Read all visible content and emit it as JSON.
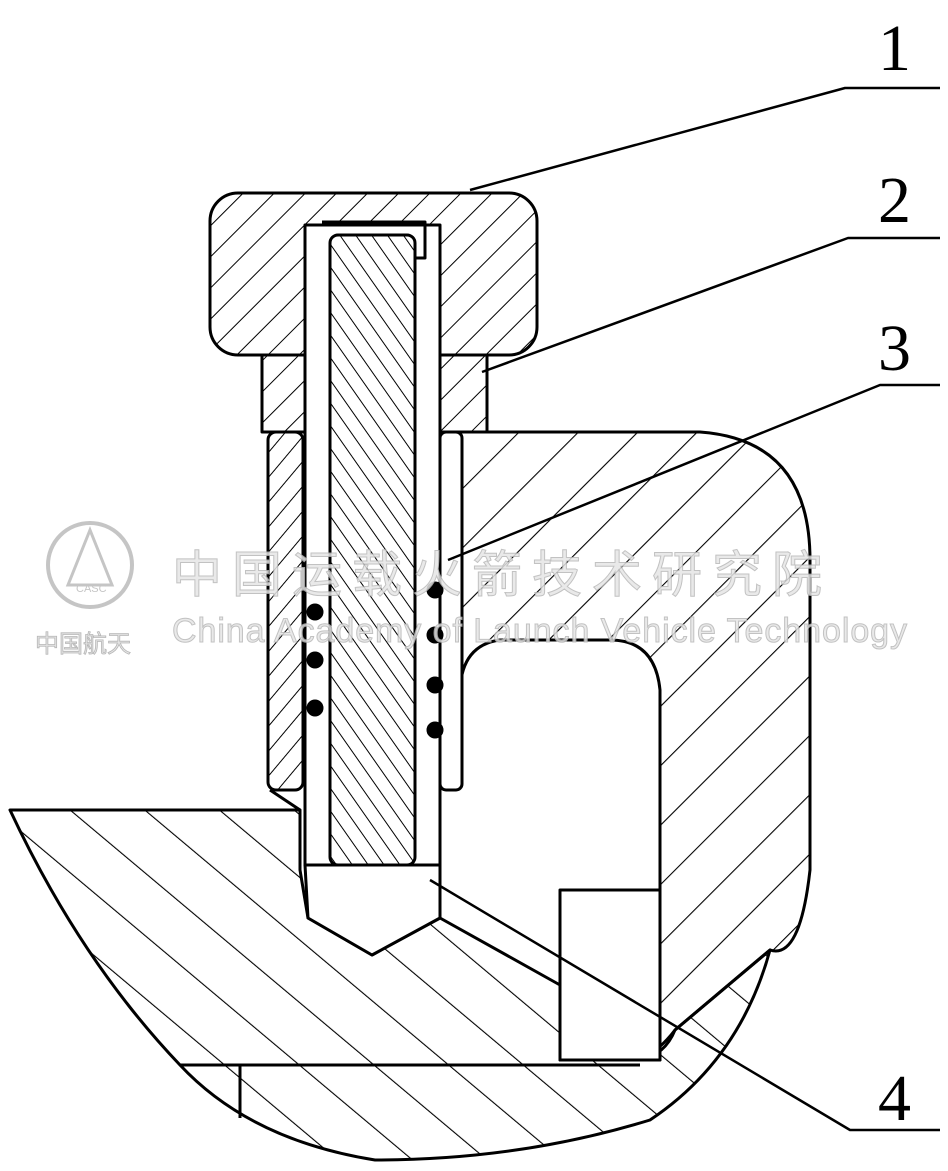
{
  "figure": {
    "part_labels": [
      "1",
      "2",
      "3",
      "4"
    ]
  },
  "watermark": {
    "title_cn": "中国运载火箭技术研究院",
    "title_en": "China Academy of Launch Vehicle Technology",
    "brand_cn": "中国航天",
    "logo_text": "CASC"
  }
}
